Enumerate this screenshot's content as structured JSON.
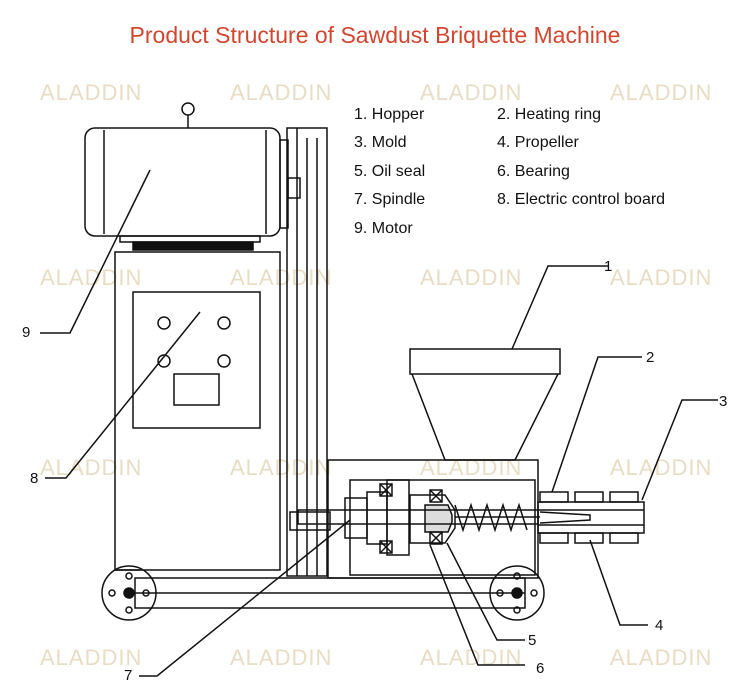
{
  "title": "Product Structure of Sawdust Briquette Machine",
  "watermark": "ALADDIN",
  "legend": [
    {
      "label": "1. Hopper"
    },
    {
      "label": "2. Heating ring"
    },
    {
      "label": "3. Mold"
    },
    {
      "label": "4. Propeller"
    },
    {
      "label": "5. Oil seal"
    },
    {
      "label": "6. Bearing"
    },
    {
      "label": "7. Spindle"
    },
    {
      "label": "8. Electric control board"
    },
    {
      "label": "9. Motor"
    }
  ],
  "callouts": [
    "1",
    "2",
    "3",
    "4",
    "5",
    "6",
    "7",
    "8",
    "9"
  ],
  "colors": {
    "title": "#d2462f",
    "line": "#111111",
    "watermark": "#e9dcc4"
  }
}
